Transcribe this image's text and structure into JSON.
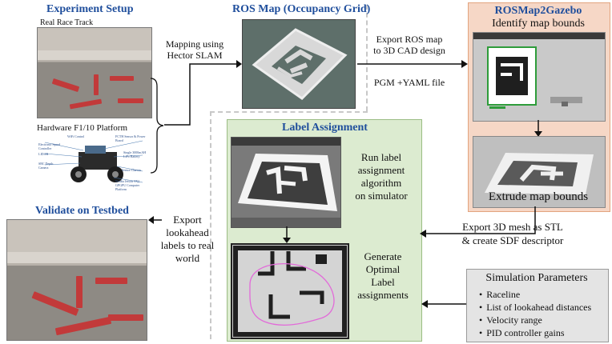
{
  "experiment": {
    "title": "Experiment Setup",
    "track_caption": "Real Race Track",
    "hardware_caption": "Hardware F1/10 Platform",
    "car_labels": [
      "WiFi Control",
      "FCTH Sensor & Power Board",
      "Electronic Speed Controller",
      "LIDAR",
      "Single 3000mAH LiPo Battery",
      "SBC Depth Camera",
      "Sensor Chassis",
      "Nvidia Jetson TX2 GPGPU Computer Platform"
    ]
  },
  "mapping": {
    "label_line1": "Mapping using",
    "label_line2": "Hector SLAM"
  },
  "ros_map": {
    "title": "ROS Map (Occupancy Grid)"
  },
  "export_ros": {
    "line1": "Export ROS map",
    "line2": "to 3D CAD design",
    "line3": "PGM +YAML file"
  },
  "rosmap2gazebo": {
    "title": "ROSMap2Gazebo",
    "subtitle": "Identify map bounds",
    "extrude": "Extrude map bounds"
  },
  "label_assignment": {
    "title": "Label Assignment",
    "run_text": [
      "Run label",
      "assignment",
      "algorithm",
      "on simulator"
    ],
    "gen_text": [
      "Generate",
      "Optimal",
      "Label",
      "assignments"
    ]
  },
  "export_mesh": {
    "line1": "Export 3D mesh as STL",
    "line2": "& create SDF descriptor"
  },
  "validate": {
    "title": "Validate on Testbed",
    "export_text": [
      "Export",
      "lookahead",
      "labels to real",
      "world"
    ]
  },
  "sim_params": {
    "title": "Simulation Parameters",
    "items": [
      "Raceline",
      "List of lookahead distances",
      "Velocity range",
      "PID controller gains"
    ]
  },
  "colors": {
    "title_blue": "#1f4e9c",
    "green_panel": "#dcebd0",
    "orange_panel": "#f6d7c6",
    "raceline_pink": "#e26ad9"
  }
}
